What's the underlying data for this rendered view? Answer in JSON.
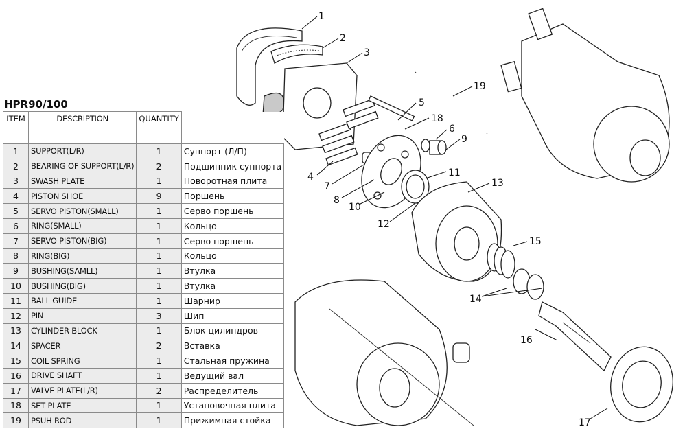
{
  "title": "HPR90/100",
  "table": {
    "headers": {
      "item": "ITEM",
      "description": "DESCRIPTION",
      "quantity": "QUANTITY"
    },
    "rows": [
      {
        "item": "1",
        "description": "SUPPORT(L/R)",
        "quantity": "1",
        "ru": "Суппорт (Л/П)"
      },
      {
        "item": "2",
        "description": "BEARING OF SUPPORT(L/R)",
        "quantity": "2",
        "ru": "Подшипник суппорта"
      },
      {
        "item": "3",
        "description": "SWASH PLATE",
        "quantity": "1",
        "ru": "Поворотная плита"
      },
      {
        "item": "4",
        "description": "PISTON SHOE",
        "quantity": "9",
        "ru": "Поршень"
      },
      {
        "item": "5",
        "description": "SERVO PISTON(SMALL)",
        "quantity": "1",
        "ru": "Серво поршень"
      },
      {
        "item": "6",
        "description": "RING(SMALL)",
        "quantity": "1",
        "ru": "Кольцо"
      },
      {
        "item": "7",
        "description": "SERVO PISTON(BIG)",
        "quantity": "1",
        "ru": "Серво поршень"
      },
      {
        "item": "8",
        "description": "RING(BIG)",
        "quantity": "1",
        "ru": "Кольцо"
      },
      {
        "item": "9",
        "description": "BUSHING(SAMLL)",
        "quantity": "1",
        "ru": "Втулка"
      },
      {
        "item": "10",
        "description": "BUSHING(BIG)",
        "quantity": "1",
        "ru": "Втулка"
      },
      {
        "item": "11",
        "description": "BALL GUIDE",
        "quantity": "1",
        "ru": "Шарнир"
      },
      {
        "item": "12",
        "description": "PIN",
        "quantity": "3",
        "ru": "Шип"
      },
      {
        "item": "13",
        "description": "CYLINDER BLOCK",
        "quantity": "1",
        "ru": "Блок цилиндров"
      },
      {
        "item": "14",
        "description": "SPACER",
        "quantity": "2",
        "ru": "Вставка"
      },
      {
        "item": "15",
        "description": "COIL SPRING",
        "quantity": "1",
        "ru": "Стальная пружина"
      },
      {
        "item": "16",
        "description": "DRIVE SHAFT",
        "quantity": "1",
        "ru": "Ведущий вал"
      },
      {
        "item": "17",
        "description": "VALVE PLATE(L/R)",
        "quantity": "2",
        "ru": "Распределитель"
      },
      {
        "item": "18",
        "description": "SET PLATE",
        "quantity": "1",
        "ru": "Установочная плита"
      },
      {
        "item": "19",
        "description": "PSUH ROD",
        "quantity": "1",
        "ru": "Прижимная стойка"
      }
    ]
  },
  "callouts": [
    "1",
    "2",
    "3",
    "4",
    "5",
    "6",
    "7",
    "8",
    "9",
    "10",
    "11",
    "12",
    "13",
    "14",
    "15",
    "16",
    "17",
    "18",
    "19"
  ]
}
